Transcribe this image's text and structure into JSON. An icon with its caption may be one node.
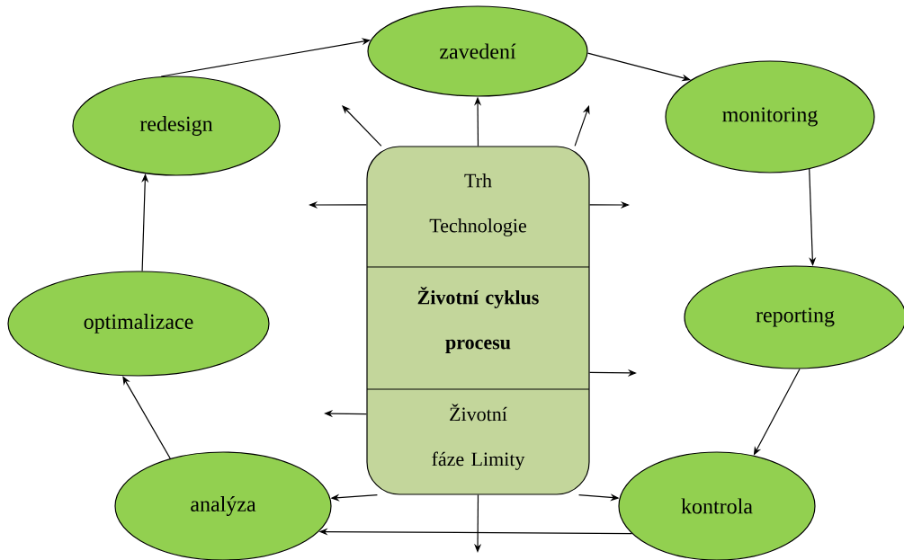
{
  "diagram": {
    "nodes": [
      {
        "text": [
          "zavedení"
        ]
      },
      {
        "text": [
          "monitoring"
        ]
      },
      {
        "text": [
          "reporting"
        ]
      },
      {
        "text": [
          "kontrola"
        ]
      },
      {
        "text": [
          "analýza"
        ]
      },
      {
        "text": [
          "optimalizace"
        ]
      },
      {
        "text": [
          "redesign"
        ]
      },
      {
        "text": [
          "Trh Technologie",
          "Životní cyklus procesu",
          "Životní fáze Limity"
        ]
      }
    ],
    "edges": [
      {
        "from": 6,
        "to": 0,
        "arrow": "to"
      },
      {
        "from": 0,
        "to": 1,
        "arrow": "to"
      },
      {
        "from": 1,
        "to": 2,
        "arrow": "to"
      },
      {
        "from": 2,
        "to": 3,
        "arrow": "to"
      },
      {
        "from": 3,
        "to": 4,
        "arrow": "to"
      },
      {
        "from": 4,
        "to": 5,
        "arrow": "to"
      },
      {
        "from": 5,
        "to": 6,
        "arrow": "to"
      },
      {
        "from": 7,
        "to": 0,
        "arrow": "to"
      },
      {
        "from": 7,
        "to": 4,
        "arrow": "to"
      },
      {
        "from": 7,
        "to": 3,
        "arrow": "to"
      },
      {
        "from": 7,
        "to": null,
        "arrow": "to"
      },
      {
        "from": 7,
        "to": null,
        "arrow": "to"
      },
      {
        "from": 7,
        "to": null,
        "arrow": "to"
      },
      {
        "from": 7,
        "to": null,
        "arrow": "to"
      },
      {
        "from": 7,
        "to": null,
        "arrow": "to"
      },
      {
        "from": 7,
        "to": null,
        "arrow": "to"
      },
      {
        "from": 7,
        "to": null,
        "arrow": "to"
      }
    ]
  }
}
